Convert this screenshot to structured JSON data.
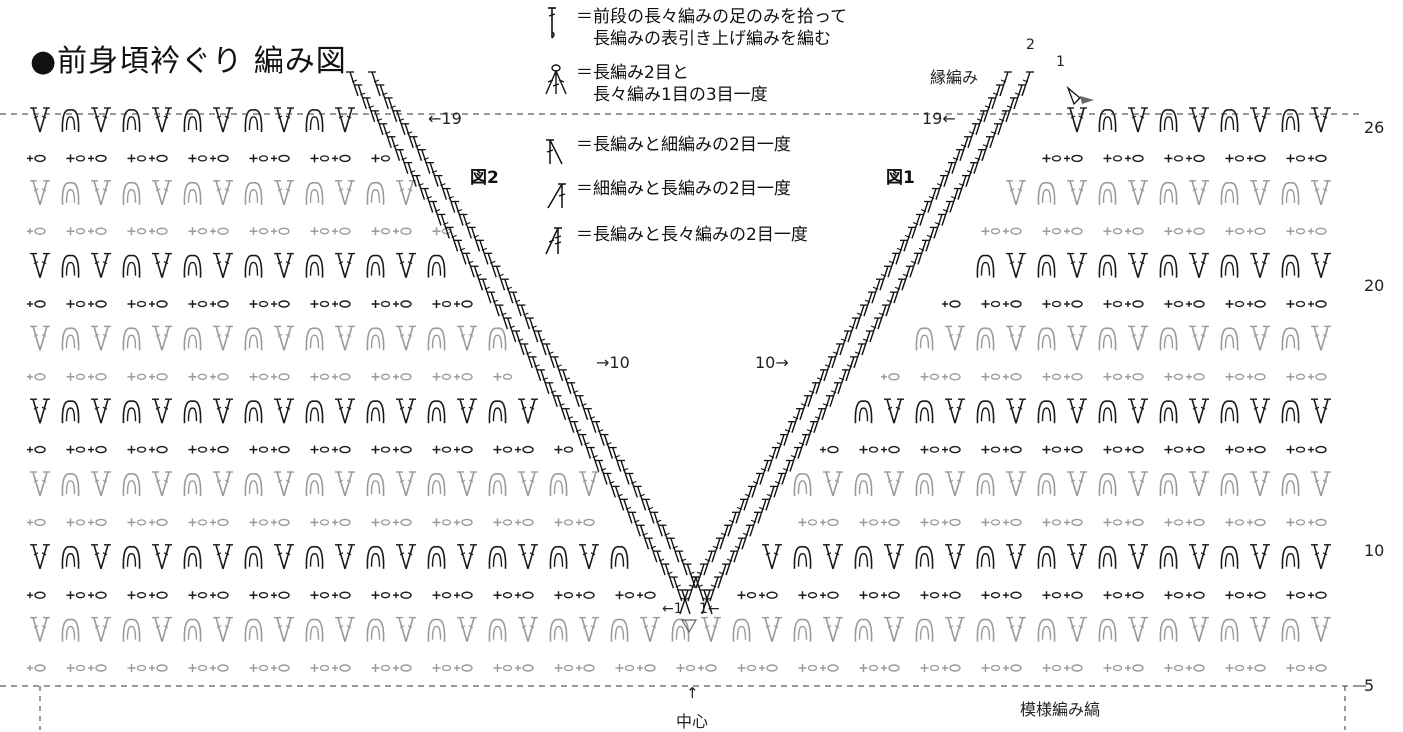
{
  "title": "●前身頃衿ぐり 編み図",
  "legend": [
    {
      "symbol": "trtr-post-raised-icon",
      "text": "＝前段の長々編みの足のみを拾って\n　長編みの表引き上げ編みを編む"
    },
    {
      "symbol": "dc2-tr1-cluster-icon",
      "text": "＝長編み2目と\n　長々編み1目の3目一度"
    },
    {
      "symbol": "dc-sc-dec-icon",
      "text": "＝長編みと細編みの2目一度"
    },
    {
      "symbol": "sc-dc-dec-icon",
      "text": "＝細編みと長編みの2目一度"
    },
    {
      "symbol": "dc-tr-dec-icon",
      "text": "＝長編みと長々編みの2目一度"
    }
  ],
  "figure_labels": {
    "fig1": "図1",
    "fig2": "図2"
  },
  "edging_label": "縁編み",
  "edging_rows": {
    "row2": "2",
    "row1": "1"
  },
  "row_numbers": {
    "r26": "26",
    "r20": "20",
    "r10": "10",
    "r5": "5"
  },
  "arrows": {
    "left19": "←19",
    "right19": "19←",
    "left10": "→10",
    "right10": "10→",
    "center_left1": "←1",
    "center_right1": "1←",
    "center_up": "↑"
  },
  "center_label": "中心",
  "pattern_label": "模様編み縞",
  "colors": {
    "dark_row": "#1a1a1a",
    "light_row": "#9a9a9a",
    "start_mark": "#666666"
  }
}
